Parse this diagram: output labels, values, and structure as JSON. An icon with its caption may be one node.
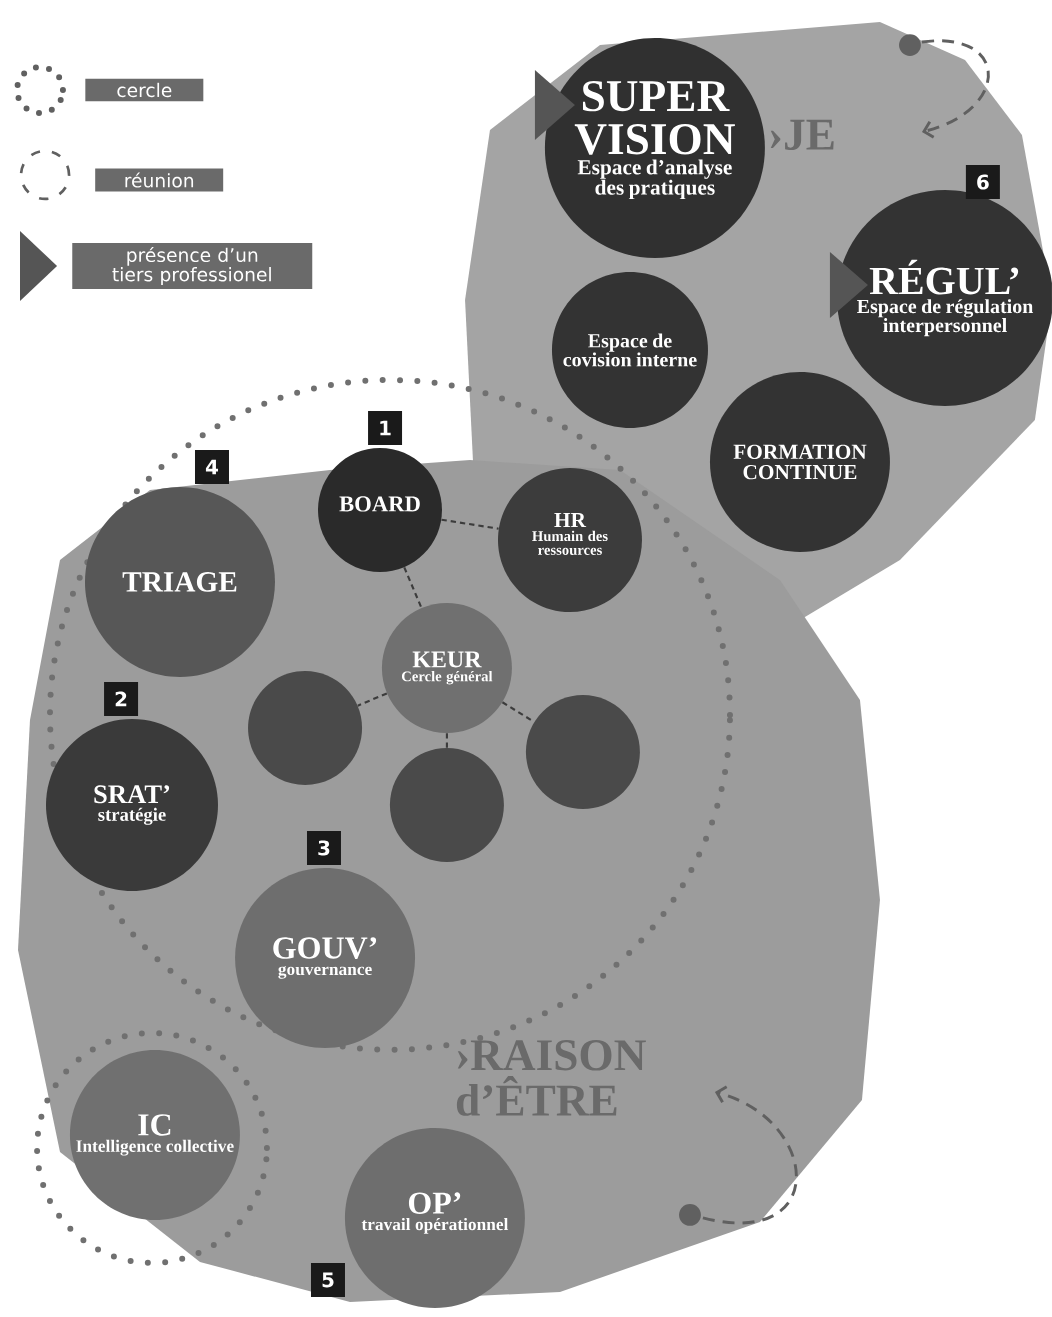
{
  "diagram": {
    "nodes": [
      {
        "text": [
          "›JE"
        ]
      },
      {
        "text": [
          "SUPER VISION",
          "Espace d’analyse des pratiques"
        ],
        "in": 0
      },
      {
        "text": [
          "RÉGUL’",
          "Espace de régulation interpersonnel"
        ],
        "beside": [
          "6"
        ],
        "in": 0
      },
      {
        "text": [
          "Espace de covision interne"
        ],
        "in": 0
      },
      {
        "text": [
          "FORMATION CONTINUE"
        ],
        "in": 0
      },
      {
        "text": [
          "›RAISON d’ÊTRE"
        ]
      },
      {
        "text": [
          "BOARD"
        ],
        "beside": [
          "1"
        ]
      },
      {
        "text": [
          "HR",
          "Humain des ressources"
        ]
      },
      {
        "text": [
          "TRIAGE"
        ],
        "beside": [
          "4"
        ],
        "in": 5
      },
      {
        "text": [
          "KEUR",
          "Cercle général"
        ],
        "in": 5
      },
      {
        "text": [],
        "shape": "circle",
        "in": 5
      },
      {
        "text": [],
        "shape": "circle",
        "in": 5
      },
      {
        "text": [],
        "shape": "circle",
        "in": 5
      },
      {
        "text": [
          "SRAT’",
          "stratégie"
        ],
        "beside": [
          "2"
        ],
        "in": 5
      },
      {
        "text": [
          "GOUV’",
          "gouvernance"
        ],
        "beside": [
          "3"
        ],
        "in": 5
      },
      {
        "text": [
          "IC",
          "Intelligence collective"
        ],
        "in": 5
      },
      {
        "text": [
          "OP’",
          "travail opérationnel"
        ],
        "beside": [
          "5"
        ],
        "in": 5
      }
    ],
    "edges": [
      {
        "from": 6,
        "to": 9,
        "arrow": "none",
        "style": "dashed"
      },
      {
        "from": 6,
        "to": 7,
        "arrow": "none",
        "style": "dashed"
      },
      {
        "from": 9,
        "to": 10,
        "arrow": "none",
        "style": "dashed"
      },
      {
        "from": 9,
        "to": 11,
        "arrow": "none",
        "style": "dashed"
      },
      {
        "from": 9,
        "to": 12,
        "arrow": "none",
        "style": "dashed"
      }
    ],
    "legend": [
      {
        "text": "cercle"
      },
      {
        "text": "réunion"
      },
      {
        "text": "présence d’un tiers professionel"
      }
    ]
  }
}
